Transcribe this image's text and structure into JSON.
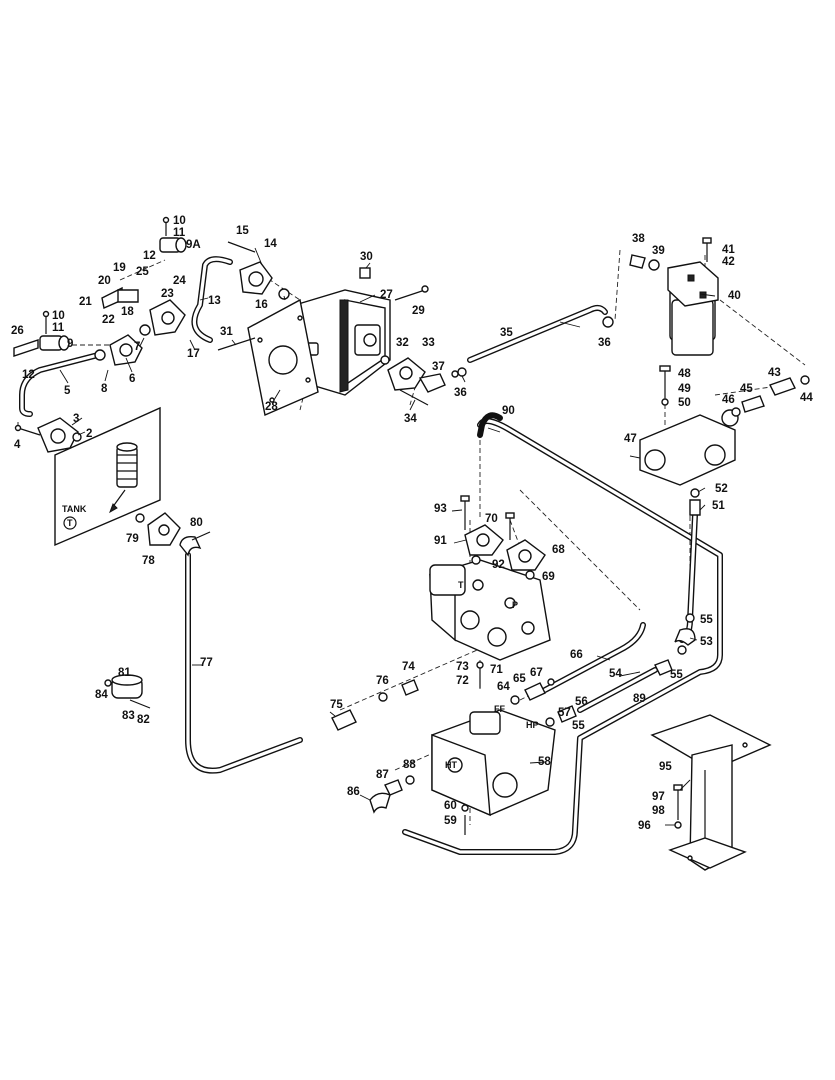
{
  "diagram": {
    "tank_label": "TANK",
    "tank_symbol": "T",
    "port_labels": {
      "t": "T",
      "p": "P",
      "ff": "FF",
      "hp": "HP",
      "ht": "HT"
    },
    "callouts": [
      {
        "id": "c2",
        "text": "2"
      },
      {
        "id": "c3",
        "text": "3"
      },
      {
        "id": "c4",
        "text": "4"
      },
      {
        "id": "c5",
        "text": "5"
      },
      {
        "id": "c6",
        "text": "6"
      },
      {
        "id": "c7",
        "text": "7"
      },
      {
        "id": "c8",
        "text": "8"
      },
      {
        "id": "c9",
        "text": "9"
      },
      {
        "id": "c9a",
        "text": "9A"
      },
      {
        "id": "c10a",
        "text": "10"
      },
      {
        "id": "c10b",
        "text": "10"
      },
      {
        "id": "c11a",
        "text": "11"
      },
      {
        "id": "c11b",
        "text": "11"
      },
      {
        "id": "c12a",
        "text": "12"
      },
      {
        "id": "c12b",
        "text": "12"
      },
      {
        "id": "c13",
        "text": "13"
      },
      {
        "id": "c14",
        "text": "14"
      },
      {
        "id": "c15",
        "text": "15"
      },
      {
        "id": "c16",
        "text": "16"
      },
      {
        "id": "c17",
        "text": "17"
      },
      {
        "id": "c18",
        "text": "18"
      },
      {
        "id": "c19",
        "text": "19"
      },
      {
        "id": "c20",
        "text": "20"
      },
      {
        "id": "c21",
        "text": "21"
      },
      {
        "id": "c22",
        "text": "22"
      },
      {
        "id": "c23",
        "text": "23"
      },
      {
        "id": "c24",
        "text": "24"
      },
      {
        "id": "c25",
        "text": "25"
      },
      {
        "id": "c26",
        "text": "26"
      },
      {
        "id": "c27",
        "text": "27"
      },
      {
        "id": "c28",
        "text": "28"
      },
      {
        "id": "c29",
        "text": "29"
      },
      {
        "id": "c30",
        "text": "30"
      },
      {
        "id": "c31",
        "text": "31"
      },
      {
        "id": "c32",
        "text": "32"
      },
      {
        "id": "c33",
        "text": "33"
      },
      {
        "id": "c34",
        "text": "34"
      },
      {
        "id": "c35",
        "text": "35"
      },
      {
        "id": "c36a",
        "text": "36"
      },
      {
        "id": "c36b",
        "text": "36"
      },
      {
        "id": "c37",
        "text": "37"
      },
      {
        "id": "c38",
        "text": "38"
      },
      {
        "id": "c39",
        "text": "39"
      },
      {
        "id": "c40",
        "text": "40"
      },
      {
        "id": "c41",
        "text": "41"
      },
      {
        "id": "c42",
        "text": "42"
      },
      {
        "id": "c43",
        "text": "43"
      },
      {
        "id": "c44",
        "text": "44"
      },
      {
        "id": "c45",
        "text": "45"
      },
      {
        "id": "c46",
        "text": "46"
      },
      {
        "id": "c47",
        "text": "47"
      },
      {
        "id": "c48",
        "text": "48"
      },
      {
        "id": "c49",
        "text": "49"
      },
      {
        "id": "c50",
        "text": "50"
      },
      {
        "id": "c51",
        "text": "51"
      },
      {
        "id": "c52",
        "text": "52"
      },
      {
        "id": "c53",
        "text": "53"
      },
      {
        "id": "c54",
        "text": "54"
      },
      {
        "id": "c55a",
        "text": "55"
      },
      {
        "id": "c55b",
        "text": "55"
      },
      {
        "id": "c55c",
        "text": "55"
      },
      {
        "id": "c56",
        "text": "56"
      },
      {
        "id": "c57",
        "text": "57"
      },
      {
        "id": "c58",
        "text": "58"
      },
      {
        "id": "c59",
        "text": "59"
      },
      {
        "id": "c60",
        "text": "60"
      },
      {
        "id": "c64",
        "text": "64"
      },
      {
        "id": "c65",
        "text": "65"
      },
      {
        "id": "c66",
        "text": "66"
      },
      {
        "id": "c67",
        "text": "67"
      },
      {
        "id": "c68",
        "text": "68"
      },
      {
        "id": "c69",
        "text": "69"
      },
      {
        "id": "c70",
        "text": "70"
      },
      {
        "id": "c71",
        "text": "71"
      },
      {
        "id": "c72",
        "text": "72"
      },
      {
        "id": "c73",
        "text": "73"
      },
      {
        "id": "c74",
        "text": "74"
      },
      {
        "id": "c75",
        "text": "75"
      },
      {
        "id": "c76",
        "text": "76"
      },
      {
        "id": "c77",
        "text": "77"
      },
      {
        "id": "c78",
        "text": "78"
      },
      {
        "id": "c79",
        "text": "79"
      },
      {
        "id": "c80",
        "text": "80"
      },
      {
        "id": "c81",
        "text": "81"
      },
      {
        "id": "c82",
        "text": "82"
      },
      {
        "id": "c83",
        "text": "83"
      },
      {
        "id": "c84",
        "text": "84"
      },
      {
        "id": "c86",
        "text": "86"
      },
      {
        "id": "c87",
        "text": "87"
      },
      {
        "id": "c88",
        "text": "88"
      },
      {
        "id": "c89",
        "text": "89"
      },
      {
        "id": "c90",
        "text": "90"
      },
      {
        "id": "c91",
        "text": "91"
      },
      {
        "id": "c92",
        "text": "92"
      },
      {
        "id": "c93",
        "text": "93"
      },
      {
        "id": "c95",
        "text": "95"
      },
      {
        "id": "c96",
        "text": "96"
      },
      {
        "id": "c97",
        "text": "97"
      },
      {
        "id": "c98",
        "text": "98"
      }
    ]
  }
}
